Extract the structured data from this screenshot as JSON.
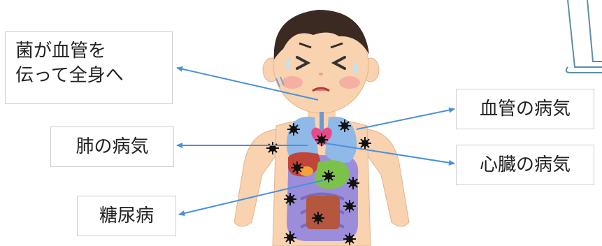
{
  "labels": {
    "bacteria_spread": [
      "菌が血管を",
      "伝って全身へ"
    ],
    "vascular_disease": "血管の病気",
    "lung_disease": "肺の病気",
    "heart_disease": "心臓の病気",
    "diabetes": "糖尿病"
  },
  "colors": {
    "arrow": "#4a90d9",
    "skin": "#f9d2b0",
    "hair": "#3a2a22",
    "lung": "#8fb9e6",
    "heart": "#e64a8a",
    "liver": "#c0443a",
    "stomach": "#7cc24a",
    "intestine": "#8c7bd1",
    "bacteria": "#111111"
  },
  "icons": [
    "bacteria-icon",
    "person-illustration",
    "lungs-icon",
    "heart-icon",
    "liver-icon",
    "stomach-icon",
    "intestine-icon"
  ]
}
